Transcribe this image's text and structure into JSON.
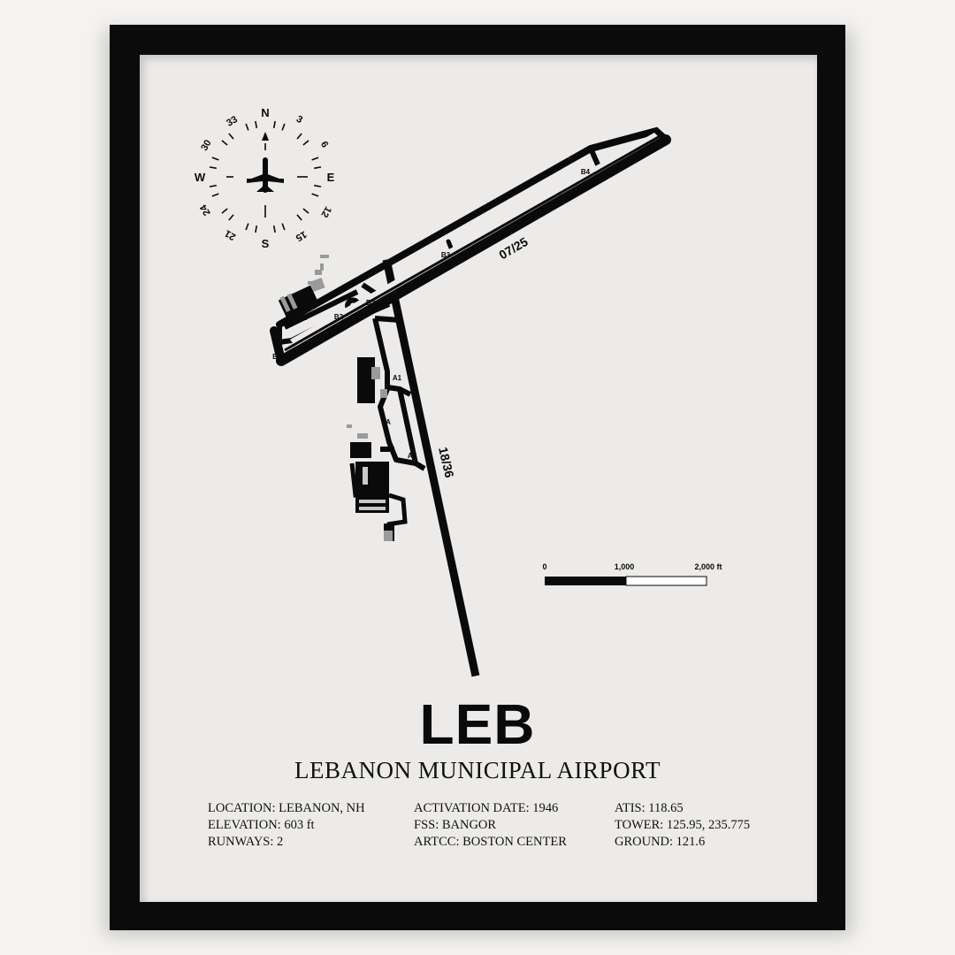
{
  "poster": {
    "code": "LEB",
    "name": "LEBANON MUNICIPAL AIRPORT",
    "info_columns": [
      [
        "LOCATION: LEBANON, NH",
        "ELEVATION: 603 ft",
        "RUNWAYS: 2"
      ],
      [
        "ACTIVATION DATE: 1946",
        "FSS: BANGOR",
        "ARTCC: BOSTON CENTER"
      ],
      [
        "ATIS: 118.65",
        "TOWER: 125.95, 235.775",
        "GROUND: 121.6"
      ]
    ]
  },
  "compass": {
    "labels": {
      "n": "N",
      "e": "E",
      "s": "S",
      "w": "W",
      "d3": "3",
      "d6": "6",
      "d12": "12",
      "d15": "15",
      "d21": "21",
      "d24": "24",
      "d30": "30",
      "d33": "33"
    },
    "icon": "airplane-icon"
  },
  "runways": {
    "r0725": "07/25",
    "r1836": "18/36"
  },
  "taxiways": {
    "b_top": "B",
    "b4": "B4",
    "b3": "B3",
    "b2_top": "B2",
    "b_mid": "B",
    "b2_mid": "B2",
    "b_left": "B",
    "a1": "A1",
    "a": "A",
    "a2": "A2"
  },
  "scale_bar": {
    "l0": "0",
    "l1": "1,000",
    "l2": "2,000 ft"
  },
  "colors": {
    "frame": "#0b0b0b",
    "paper": "#ecebe9",
    "ink": "#0a0a0a",
    "gray": "#9a9a9a"
  }
}
